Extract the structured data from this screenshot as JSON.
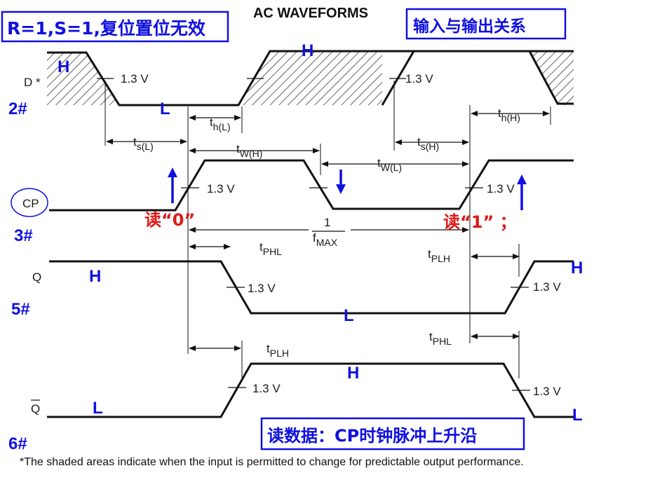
{
  "title": "AC WAVEFORMS",
  "note_left": "R=1,S=1,复位置位无效",
  "note_right": "输入与输出关系",
  "note_bottom": "读数据：CP时钟脉冲上升沿",
  "footnote": "*The shaded areas indicate when the input is permitted to change for predictable output performance.",
  "signals": {
    "d": "D *",
    "cp": "CP",
    "q": "Q",
    "qbar": "Q"
  },
  "pins": {
    "d": "2#",
    "cp": "3#",
    "q": "5#",
    "qbar": "6#"
  },
  "level": {
    "h": "H",
    "l": "L"
  },
  "threshold": "1.3 V",
  "timing": {
    "t": "t",
    "s_l": "s(L)",
    "h_l": "h(L)",
    "w_h": "W(H)",
    "w_l": "W(L)",
    "s_h": "s(H)",
    "h_h": "h(H)",
    "phl": "PHL",
    "plh": "PLH",
    "fmax_num": "1",
    "fmax_f": "f",
    "fmax_sub": "MAX"
  },
  "read0": "读“0”",
  "read1": "读“1”  ；",
  "colors": {
    "blue": "#1010e0",
    "red": "#e01818",
    "ink": "#111111"
  }
}
